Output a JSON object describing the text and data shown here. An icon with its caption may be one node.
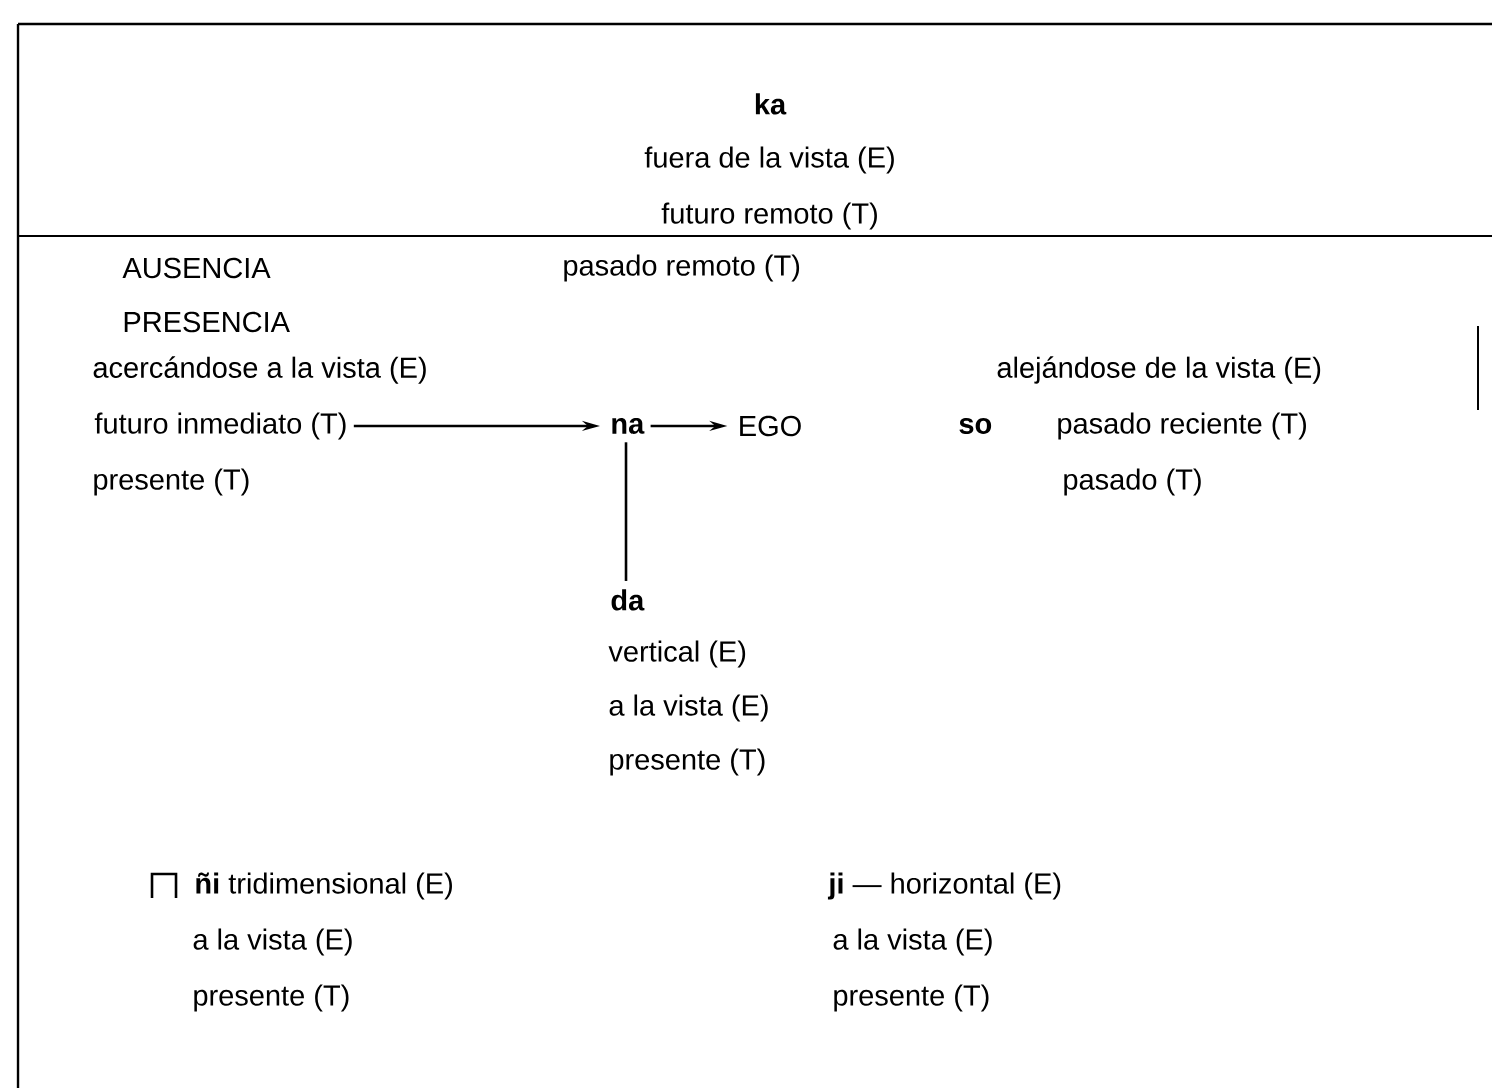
{
  "diagram": {
    "nodes": [
      {
        "text": [
          "futuro inmediato (T)"
        ]
      },
      {
        "text": [
          "na"
        ]
      },
      {
        "text": [
          "EGO"
        ]
      },
      {
        "text": [
          "da"
        ],
        "beside": [
          "vertical (E)",
          "a la vista (E)",
          "presente (T)"
        ]
      }
    ],
    "edges": [
      {
        "from": 0,
        "to": 1,
        "arrow": "to"
      },
      {
        "from": 1,
        "to": 2,
        "arrow": "to"
      },
      {
        "from": 1,
        "to": 3,
        "arrow": "none"
      }
    ],
    "labels": [
      "ka",
      "fuera de la vista (E)",
      "futuro remoto (T)",
      "AUSENCIA",
      "pasado remoto (T)",
      "PRESENCIA",
      "acercándose a la vista (E)",
      "alejándose de la vista (E)",
      "so",
      "pasado reciente (T)",
      "presente (T)",
      "pasado (T)",
      "**ñi** tridimensional (E)",
      "**ji** — horizontal (E)",
      "a la vista (E)",
      "a la vista (E)",
      "presente (T)",
      "presente (T)"
    ]
  }
}
